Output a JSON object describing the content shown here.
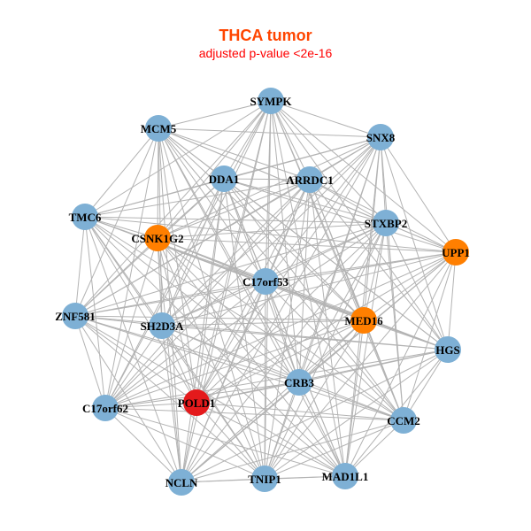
{
  "title": "THCA tumor",
  "subtitle": "adjusted p-value <2e-16",
  "colors": {
    "default": "#7EB0D5",
    "highlight": "#FF7F00",
    "seed": "#E41A1C",
    "edge": "#B3B3B3"
  },
  "nodes": [
    {
      "id": "SYMPK",
      "type": "default"
    },
    {
      "id": "MCM5",
      "type": "default"
    },
    {
      "id": "SNX8",
      "type": "default"
    },
    {
      "id": "DDA1",
      "type": "default"
    },
    {
      "id": "ARRDC1",
      "type": "default"
    },
    {
      "id": "TMC6",
      "type": "default"
    },
    {
      "id": "CSNK1G2",
      "type": "highlight"
    },
    {
      "id": "STXBP2",
      "type": "default"
    },
    {
      "id": "UPP1",
      "type": "highlight"
    },
    {
      "id": "C17orf53",
      "type": "default"
    },
    {
      "id": "ZNF581",
      "type": "default"
    },
    {
      "id": "SH2D3A",
      "type": "default"
    },
    {
      "id": "MED16",
      "type": "highlight"
    },
    {
      "id": "HGS",
      "type": "default"
    },
    {
      "id": "CRB3",
      "type": "default"
    },
    {
      "id": "POLD1",
      "type": "seed"
    },
    {
      "id": "C17orf62",
      "type": "default"
    },
    {
      "id": "CCM2",
      "type": "default"
    },
    {
      "id": "NCLN",
      "type": "default"
    },
    {
      "id": "TNIP1",
      "type": "default"
    },
    {
      "id": "MAD1L1",
      "type": "default"
    }
  ],
  "edges": "all-pairs"
}
